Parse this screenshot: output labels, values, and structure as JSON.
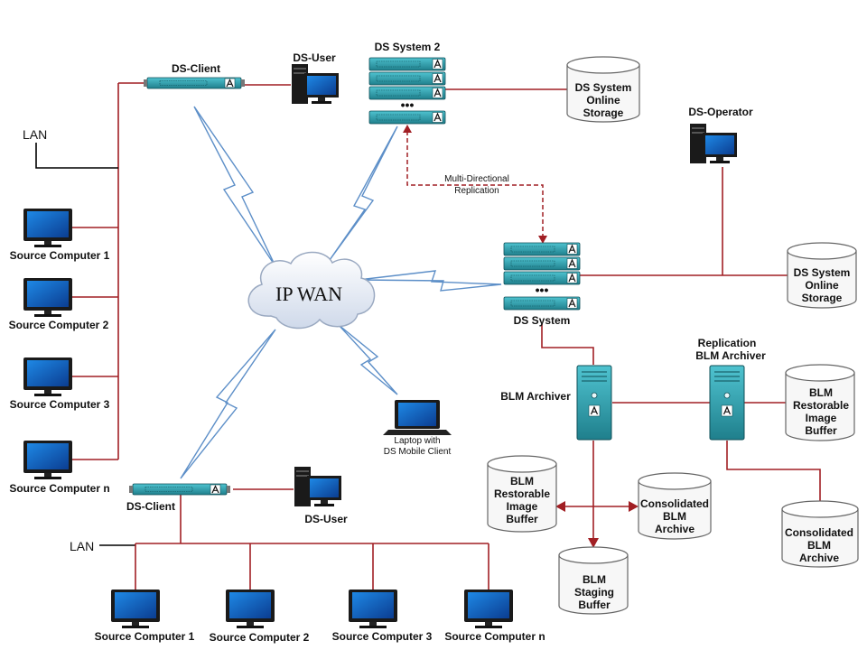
{
  "wan": {
    "label": "IP WAN"
  },
  "lan_top": {
    "label": "LAN"
  },
  "lan_bottom": {
    "label": "LAN"
  },
  "ds_client_top": {
    "label": "DS-Client"
  },
  "ds_client_bottom": {
    "label": "DS-Client"
  },
  "ds_user_top": {
    "label": "DS-User"
  },
  "ds_user_bottom": {
    "label": "DS-User"
  },
  "ds_system_2": {
    "label": "DS System 2",
    "dots": "•••"
  },
  "ds_system": {
    "label": "DS System",
    "dots": "•••"
  },
  "ds_operator": {
    "label": "DS-Operator"
  },
  "replication": {
    "line1": "Multi-Directional",
    "line2": "Replication"
  },
  "laptop": {
    "line1": "Laptop with",
    "line2": "DS Mobile Client"
  },
  "storage_top": {
    "lines": [
      "DS System",
      "Online",
      "Storage"
    ]
  },
  "storage_right": {
    "lines": [
      "DS System",
      "Online",
      "Storage"
    ]
  },
  "blm_archiver": {
    "label": "BLM Archiver"
  },
  "replication_blm_archiver": {
    "line1": "Replication",
    "line2": "BLM Archiver"
  },
  "blm_restorable_right": {
    "lines": [
      "BLM",
      "Restorable",
      "Image",
      "Buffer"
    ]
  },
  "blm_restorable_left": {
    "lines": [
      "BLM",
      "Restorable",
      "Image",
      "Buffer"
    ]
  },
  "consolidated_center": {
    "lines": [
      "Consolidated",
      "BLM",
      "Archive"
    ]
  },
  "consolidated_right": {
    "lines": [
      "Consolidated",
      "BLM",
      "Archive"
    ]
  },
  "blm_staging": {
    "lines": [
      "BLM",
      "Staging",
      "Buffer"
    ]
  },
  "server_badge": "A",
  "source_left": [
    "Source Computer 1",
    "Source Computer 2",
    "Source Computer 3",
    "Source Computer n"
  ],
  "source_bottom": [
    "Source Computer 1",
    "Source Computer  2",
    "Source Computer 3",
    "Source Computer n"
  ],
  "colors": {
    "connection": "#a11f24",
    "replication": "#a11f24",
    "lightning": "#5d8fc8",
    "device_teal": "#2d9bab",
    "monitor_screen": "#1565c0"
  }
}
